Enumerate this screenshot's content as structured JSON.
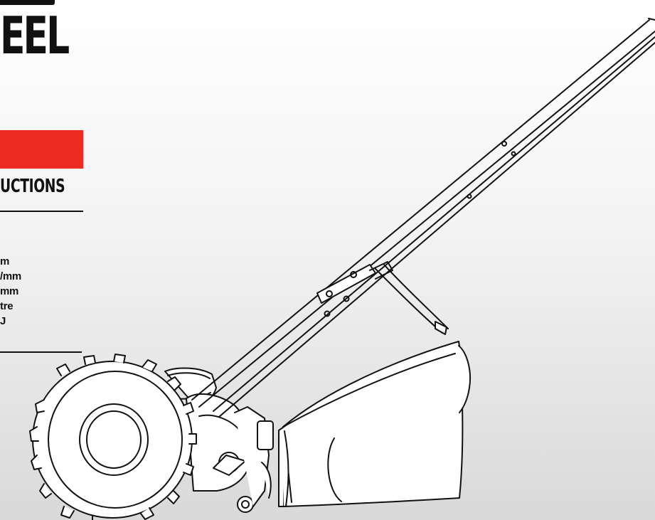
{
  "cover": {
    "title_fragment": "EEL",
    "subtitle_fragment": "UCTIONS",
    "accent_color": "#ee2b22",
    "illustration_icon": "push-reel-lawn-mower-line-art",
    "specs": [
      "m",
      "/mm",
      "mm",
      "tre",
      "J"
    ]
  }
}
